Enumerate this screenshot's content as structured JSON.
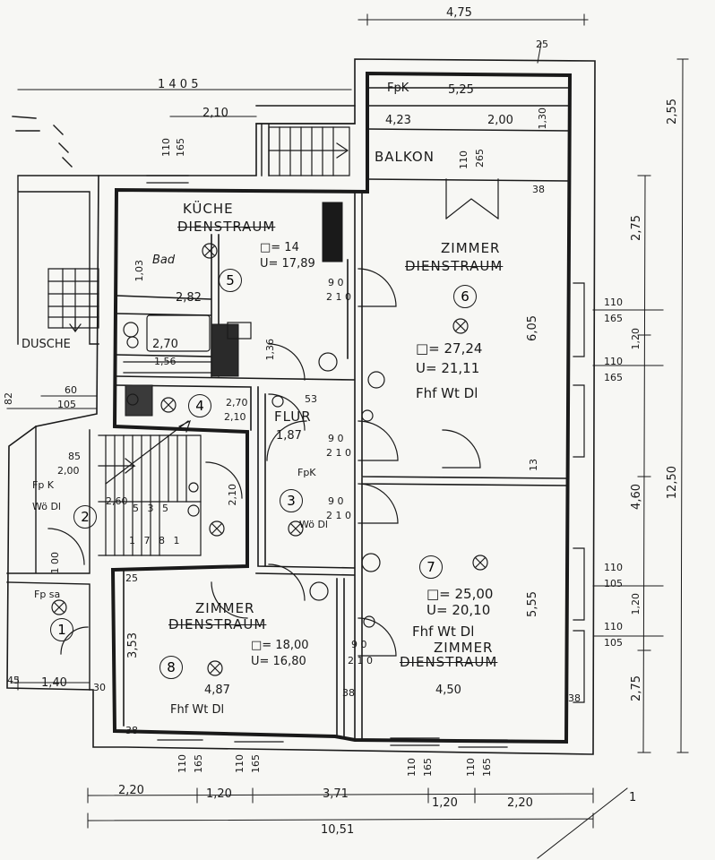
{
  "rooms": {
    "r1": {
      "no": "1",
      "label": "Fp sa"
    },
    "r2": {
      "no": "2",
      "label": "Fp K",
      "label2": "Wö Dl"
    },
    "r3": {
      "no": "3",
      "label": "FpK",
      "label2": "Wö Dl"
    },
    "r4": {
      "no": "4"
    },
    "r5": {
      "no": "5",
      "name": "KÜCHE",
      "struck": "DIENSTRAUM",
      "area": "□= 14",
      "perim": "U= 17,89"
    },
    "r6": {
      "no": "6",
      "name": "ZIMMER",
      "struck": "DIENSTRAUM",
      "area": "□= 27,24",
      "perim": "U= 21,11",
      "note": "Fhf Wt Dl"
    },
    "r7": {
      "no": "7",
      "area": "□= 25,00",
      "perim": "U= 20,10",
      "note": "Fhf Wt Dl",
      "name": "ZIMMER",
      "struck": "DIENSTRAUM"
    },
    "r8": {
      "no": "8",
      "name": "ZIMMER",
      "struck": "DIENSTRAUM",
      "area": "□= 18,00",
      "perim": "U= 16,80",
      "note": "Fhf Wt Dl"
    }
  },
  "labels": {
    "balkon": "BALKON",
    "flur": "FLUR",
    "dusche": "DUSCHE",
    "fpk_top": "FpK",
    "bad": "Bad"
  },
  "dims": {
    "top_475": "4,75",
    "top_405": "1 4 0 5",
    "top_25": "25",
    "d_210": "2,10",
    "d_525": "5,25",
    "d_423": "4,23",
    "d_200": "2,00",
    "d_130": "1,30",
    "d_255": "2,55",
    "d_110a": "110",
    "d_165a": "165",
    "d_110b": "110",
    "d_265": "265",
    "d_38a": "38",
    "d_275a": "2,75",
    "d_103": "1,03",
    "d_282": "2,82",
    "d_90a": "9 0",
    "d_210b": "2 1 0",
    "d_605": "6,05",
    "d_110c": "110",
    "d_165c": "165",
    "d_120a": "1,20",
    "d_110d": "110",
    "d_165d": "165",
    "d_270": "2,70",
    "d_136": "1,36",
    "d_156": "1,56",
    "d_60": "60",
    "d_105a": "105",
    "d_82": "82",
    "d_270b": "2,70",
    "d_210c": "2,10",
    "d_53": "53",
    "d_187": "1,87",
    "d_90b": "9 0",
    "d_210d": "2 1 0",
    "d_13": "13",
    "d_460": "4,60",
    "d_1250": "12,50",
    "d_85": "85",
    "d_200b": "2,00",
    "d_260": "2,60",
    "d_210e": "2,10",
    "d_90c": "9 0",
    "d_210f": "2 1 0",
    "d_100": "1 00",
    "d_110e": "110",
    "d_105b": "105",
    "d_120b": "1,20",
    "d_110f": "110",
    "d_105c": "105",
    "d_555": "5,55",
    "d_353": "3,53",
    "d_487": "4,87",
    "d_90d": "9 0",
    "d_210g": "2 1 0",
    "d_450": "4,50",
    "d_38b": "38",
    "d_38c": "38",
    "d_38d": "38",
    "d_275b": "2,75",
    "d_45": "45",
    "d_140": "1,40",
    "d_30": "30",
    "d_110g": "110",
    "d_165e": "165",
    "d_110h": "110",
    "d_165f": "165",
    "d_110i": "110",
    "d_165g": "165",
    "d_110j": "110",
    "d_165h": "165",
    "d_220a": "2,20",
    "d_120c": "1,20",
    "d_371": "3,71",
    "d_120d": "1,20",
    "d_220b": "2,20",
    "d_1051": "10,51",
    "d_1": "1",
    "d_25b": "25",
    "stairs_a": "1 7 8 1",
    "stairs_b": "5 3 5"
  }
}
